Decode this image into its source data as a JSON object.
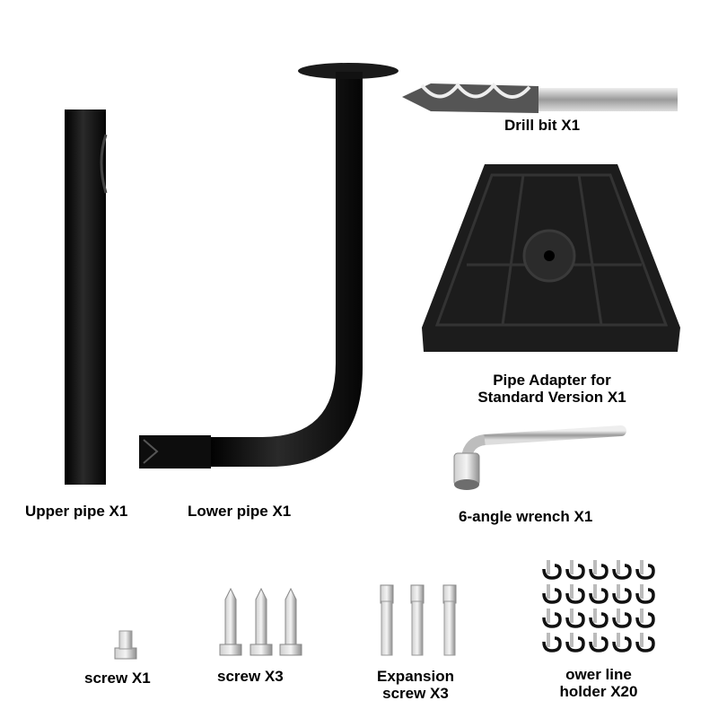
{
  "labels": {
    "upper_pipe": "Upper pipe X1",
    "lower_pipe": "Lower pipe X1",
    "drill_bit": "Drill bit X1",
    "pipe_adapter_line1": "Pipe Adapter for",
    "pipe_adapter_line2": "Standard Version X1",
    "wrench": "6-angle wrench X1",
    "screw_single": "screw X1",
    "screw_triple": "screw X3",
    "expansion_line1": "Expansion",
    "expansion_line2": "screw X3",
    "holder_line1": "ower line",
    "holder_line2": "holder X20"
  },
  "colors": {
    "pipe": "#111111",
    "metal": "#b8b8b8",
    "adapter": "#1c1c1c"
  },
  "counts": {
    "holders_rows": 4,
    "holders_cols": 5
  }
}
